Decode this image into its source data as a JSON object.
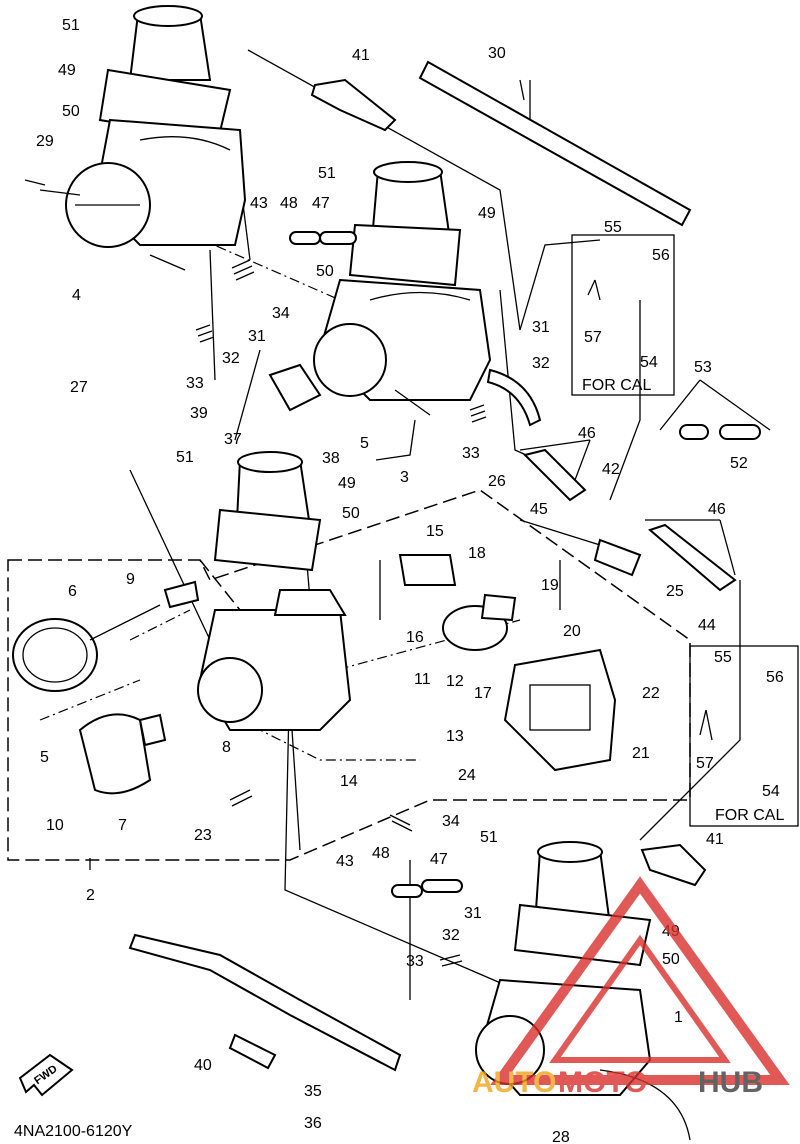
{
  "diagram": {
    "code": "4NA2100-6120Y",
    "for_cal_label": "FOR CAL",
    "fwd_label": "FWD",
    "watermark": {
      "part1": "AUTO",
      "part2": "MOTO",
      "part3": "HUB"
    },
    "part_numbers": [
      "51",
      "49",
      "50",
      "29",
      "4",
      "41",
      "30",
      "51",
      "49",
      "50",
      "43",
      "48",
      "47",
      "55",
      "56",
      "57",
      "54",
      "53",
      "52",
      "34",
      "31",
      "32",
      "33",
      "39",
      "37",
      "38",
      "5",
      "3",
      "31",
      "32",
      "33",
      "46",
      "42",
      "46",
      "45",
      "44",
      "27",
      "51",
      "49",
      "50",
      "26",
      "25",
      "15",
      "18",
      "19",
      "16",
      "17",
      "20",
      "9",
      "6",
      "5",
      "10",
      "7",
      "8",
      "23",
      "11",
      "12",
      "13",
      "14",
      "24",
      "22",
      "21",
      "2",
      "55",
      "56",
      "57",
      "54",
      "41",
      "34",
      "43",
      "48",
      "47",
      "51",
      "31",
      "32",
      "33",
      "49",
      "50",
      "1",
      "40",
      "35",
      "36",
      "28"
    ]
  }
}
